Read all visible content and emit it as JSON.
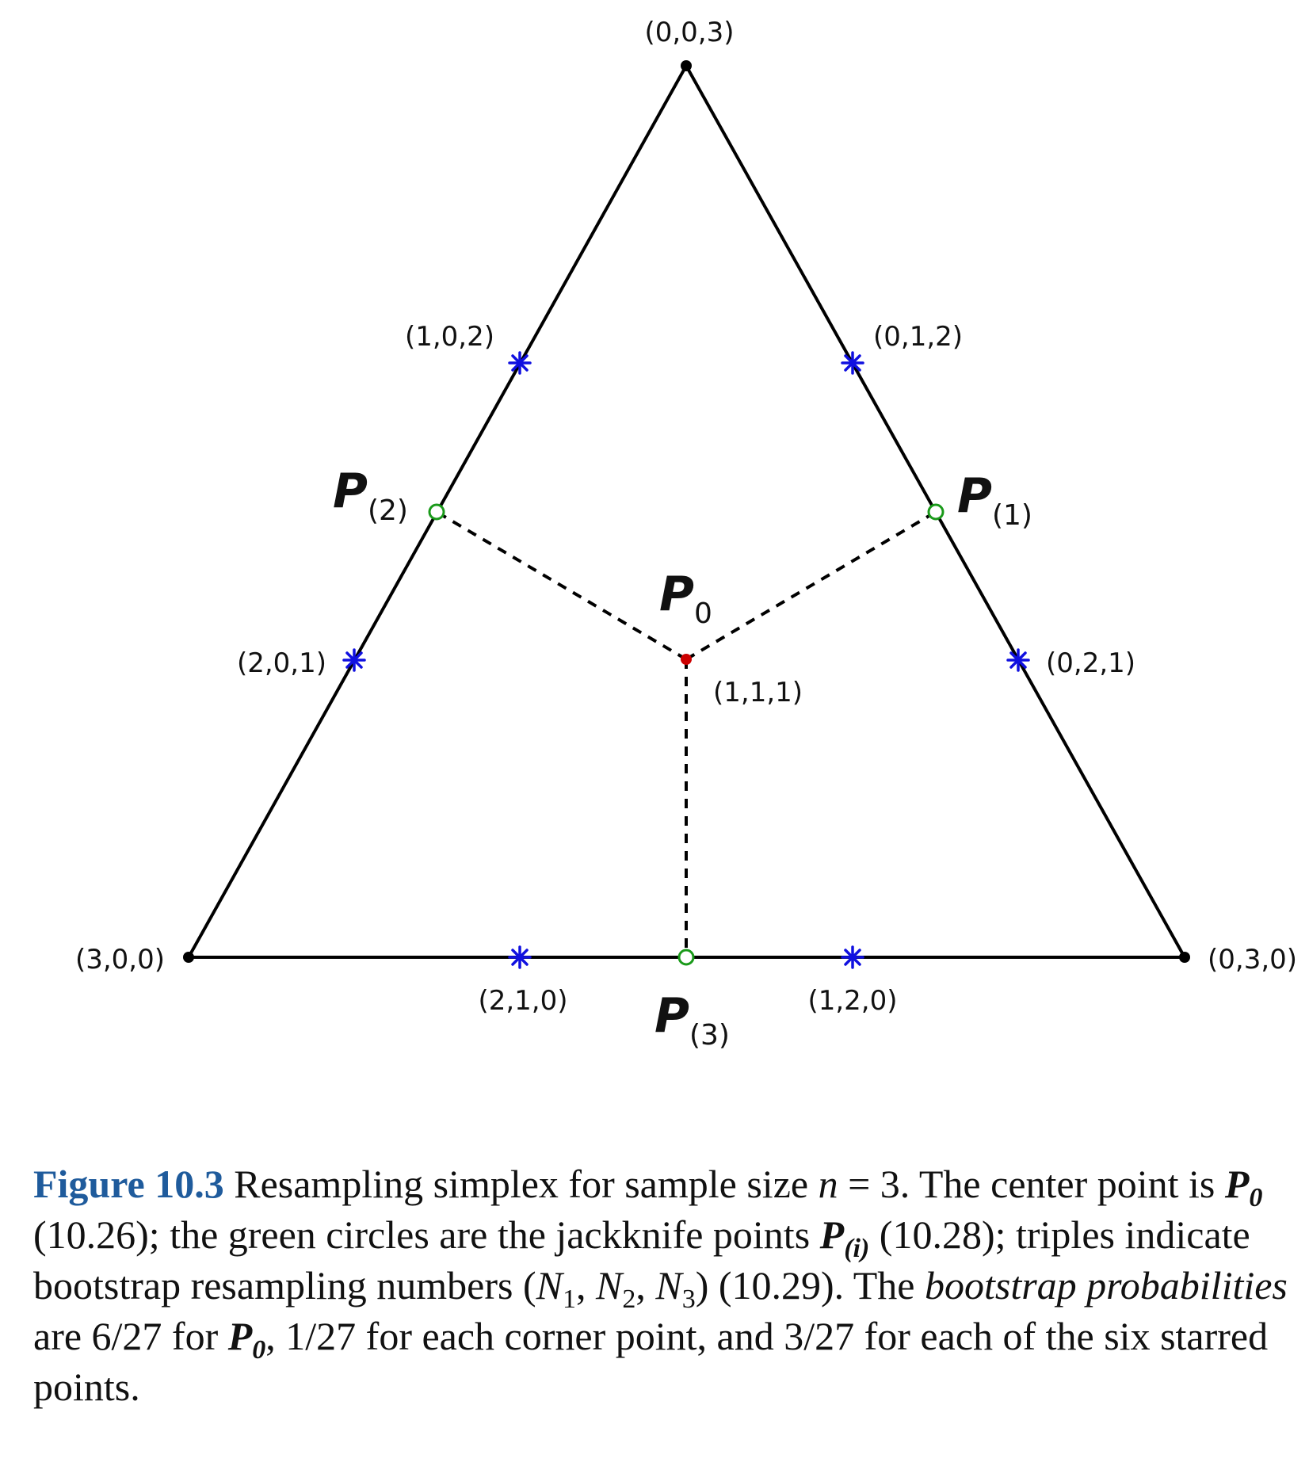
{
  "diagram": {
    "corner_labels": {
      "top": "(0,0,3)",
      "left": "(3,0,0)",
      "right": "(0,3,0)"
    },
    "star_labels": {
      "s102": "(1,0,2)",
      "s012": "(0,1,2)",
      "s201": "(2,0,1)",
      "s021": "(0,2,1)",
      "s210": "(2,1,0)",
      "s120": "(1,2,0)"
    },
    "center_label": "(1,1,1)",
    "points": {
      "p0_main": "P",
      "p0_sub": "0",
      "p1_main": "P",
      "p1_sub": "(1)",
      "p2_main": "P",
      "p2_sub": "(2)",
      "p3_main": "P",
      "p3_sub": "(3)"
    },
    "colors": {
      "star": "#1010e0",
      "jackknife_circle": "#1a9a1a",
      "center": "#cc0000",
      "lines": "#000000",
      "figure_label": "#1f5b9c"
    }
  },
  "caption": {
    "figure_label": "Figure 10.3",
    "t1": " Resampling simplex for sample size ",
    "n_var": "n",
    "t2": " = 3. The center point is ",
    "p_bold": "P",
    "sub0": "0",
    "t3": " (10.26); the green circles are the jackknife points ",
    "sub_i": "(i)",
    "t4": " (10.28); triples indicate bootstrap resampling numbers (",
    "n1": "N",
    "sub1": "1",
    "comma": ", ",
    "sub2": "2",
    "sub3": "3",
    "t5": ") (10.29). The ",
    "boot_prob": "bootstrap probabilities",
    "t6": " are 6/27 for ",
    "t7": ", 1/27 for each corner point, and 3/27 for each of the six starred points."
  }
}
